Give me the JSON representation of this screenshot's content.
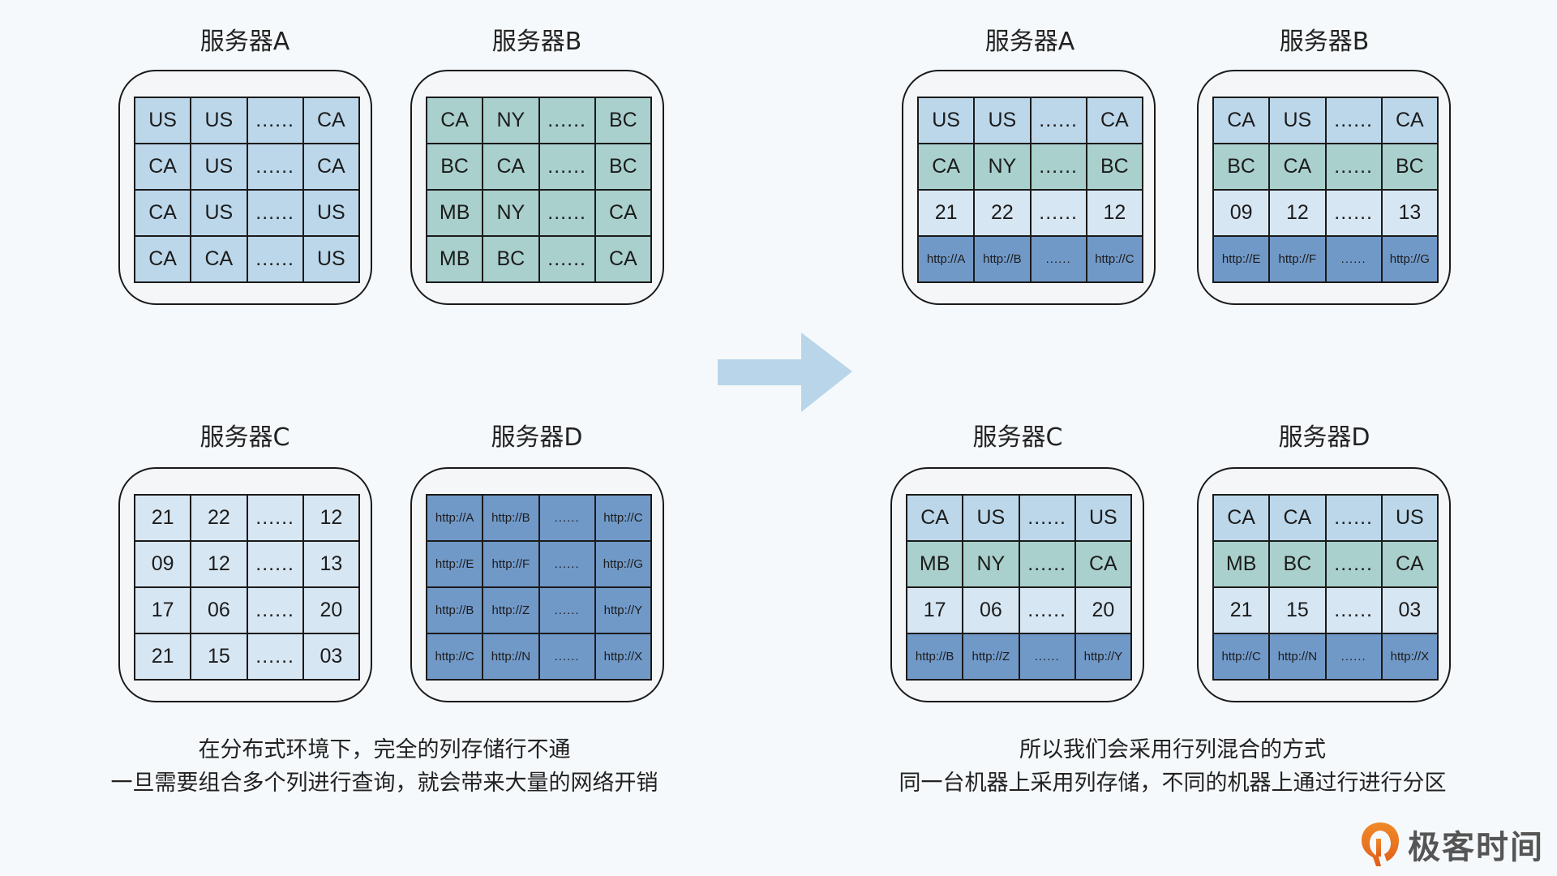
{
  "colors": {
    "region_row": "#bcd7ea",
    "state_row": "#a9d0cd",
    "number_row": "#d7e6f3",
    "url_row": "#7199c8",
    "arrow": "#b8d5ea",
    "logo_orange": "#e8731f"
  },
  "left": {
    "caption_line1": "在分布式环境下，完全的列存储行不通",
    "caption_line2": "一旦需要组合多个列进行查询，就会带来大量的网络开销",
    "servers": [
      {
        "title": "服务器A",
        "rows": [
          {
            "type": "region",
            "cells": [
              "US",
              "US",
              "......",
              "CA"
            ]
          },
          {
            "type": "region",
            "cells": [
              "CA",
              "US",
              "......",
              "CA"
            ]
          },
          {
            "type": "region",
            "cells": [
              "CA",
              "US",
              "......",
              "US"
            ]
          },
          {
            "type": "region",
            "cells": [
              "CA",
              "CA",
              "......",
              "US"
            ]
          }
        ]
      },
      {
        "title": "服务器B",
        "rows": [
          {
            "type": "state",
            "cells": [
              "CA",
              "NY",
              "......",
              "BC"
            ]
          },
          {
            "type": "state",
            "cells": [
              "BC",
              "CA",
              "......",
              "BC"
            ]
          },
          {
            "type": "state",
            "cells": [
              "MB",
              "NY",
              "......",
              "CA"
            ]
          },
          {
            "type": "state",
            "cells": [
              "MB",
              "BC",
              "......",
              "CA"
            ]
          }
        ]
      },
      {
        "title": "服务器C",
        "rows": [
          {
            "type": "num",
            "cells": [
              "21",
              "22",
              "......",
              "12"
            ]
          },
          {
            "type": "num",
            "cells": [
              "09",
              "12",
              "......",
              "13"
            ]
          },
          {
            "type": "num",
            "cells": [
              "17",
              "06",
              "......",
              "20"
            ]
          },
          {
            "type": "num",
            "cells": [
              "21",
              "15",
              "......",
              "03"
            ]
          }
        ]
      },
      {
        "title": "服务器D",
        "rows": [
          {
            "type": "url",
            "cells": [
              "http://A",
              "http://B",
              "......",
              "http://C"
            ]
          },
          {
            "type": "url",
            "cells": [
              "http://E",
              "http://F",
              "......",
              "http://G"
            ]
          },
          {
            "type": "url",
            "cells": [
              "http://B",
              "http://Z",
              "......",
              "http://Y"
            ]
          },
          {
            "type": "url",
            "cells": [
              "http://C",
              "http://N",
              "......",
              "http://X"
            ]
          }
        ]
      }
    ]
  },
  "right": {
    "caption_line1": "所以我们会采用行列混合的方式",
    "caption_line2": "同一台机器上采用列存储，不同的机器上通过行进行分区",
    "servers": [
      {
        "title": "服务器A",
        "rows": [
          {
            "type": "region",
            "cells": [
              "US",
              "US",
              "......",
              "CA"
            ]
          },
          {
            "type": "state",
            "cells": [
              "CA",
              "NY",
              "......",
              "BC"
            ]
          },
          {
            "type": "num",
            "cells": [
              "21",
              "22",
              "......",
              "12"
            ]
          },
          {
            "type": "url",
            "cells": [
              "http://A",
              "http://B",
              "......",
              "http://C"
            ]
          }
        ]
      },
      {
        "title": "服务器B",
        "rows": [
          {
            "type": "region",
            "cells": [
              "CA",
              "US",
              "......",
              "CA"
            ]
          },
          {
            "type": "state",
            "cells": [
              "BC",
              "CA",
              "......",
              "BC"
            ]
          },
          {
            "type": "num",
            "cells": [
              "09",
              "12",
              "......",
              "13"
            ]
          },
          {
            "type": "url",
            "cells": [
              "http://E",
              "http://F",
              "......",
              "http://G"
            ]
          }
        ]
      },
      {
        "title": "服务器C",
        "rows": [
          {
            "type": "region",
            "cells": [
              "CA",
              "US",
              "......",
              "US"
            ]
          },
          {
            "type": "state",
            "cells": [
              "MB",
              "NY",
              "......",
              "CA"
            ]
          },
          {
            "type": "num",
            "cells": [
              "17",
              "06",
              "......",
              "20"
            ]
          },
          {
            "type": "url",
            "cells": [
              "http://B",
              "http://Z",
              "......",
              "http://Y"
            ]
          }
        ]
      },
      {
        "title": "服务器D",
        "rows": [
          {
            "type": "region",
            "cells": [
              "CA",
              "CA",
              "......",
              "US"
            ]
          },
          {
            "type": "state",
            "cells": [
              "MB",
              "BC",
              "......",
              "CA"
            ]
          },
          {
            "type": "num",
            "cells": [
              "21",
              "15",
              "......",
              "03"
            ]
          },
          {
            "type": "url",
            "cells": [
              "http://C",
              "http://N",
              "......",
              "http://X"
            ]
          }
        ]
      }
    ]
  },
  "arrow_icon": "right-arrow",
  "logo": {
    "icon": "geektime-logo-icon",
    "text": "极客时间"
  }
}
